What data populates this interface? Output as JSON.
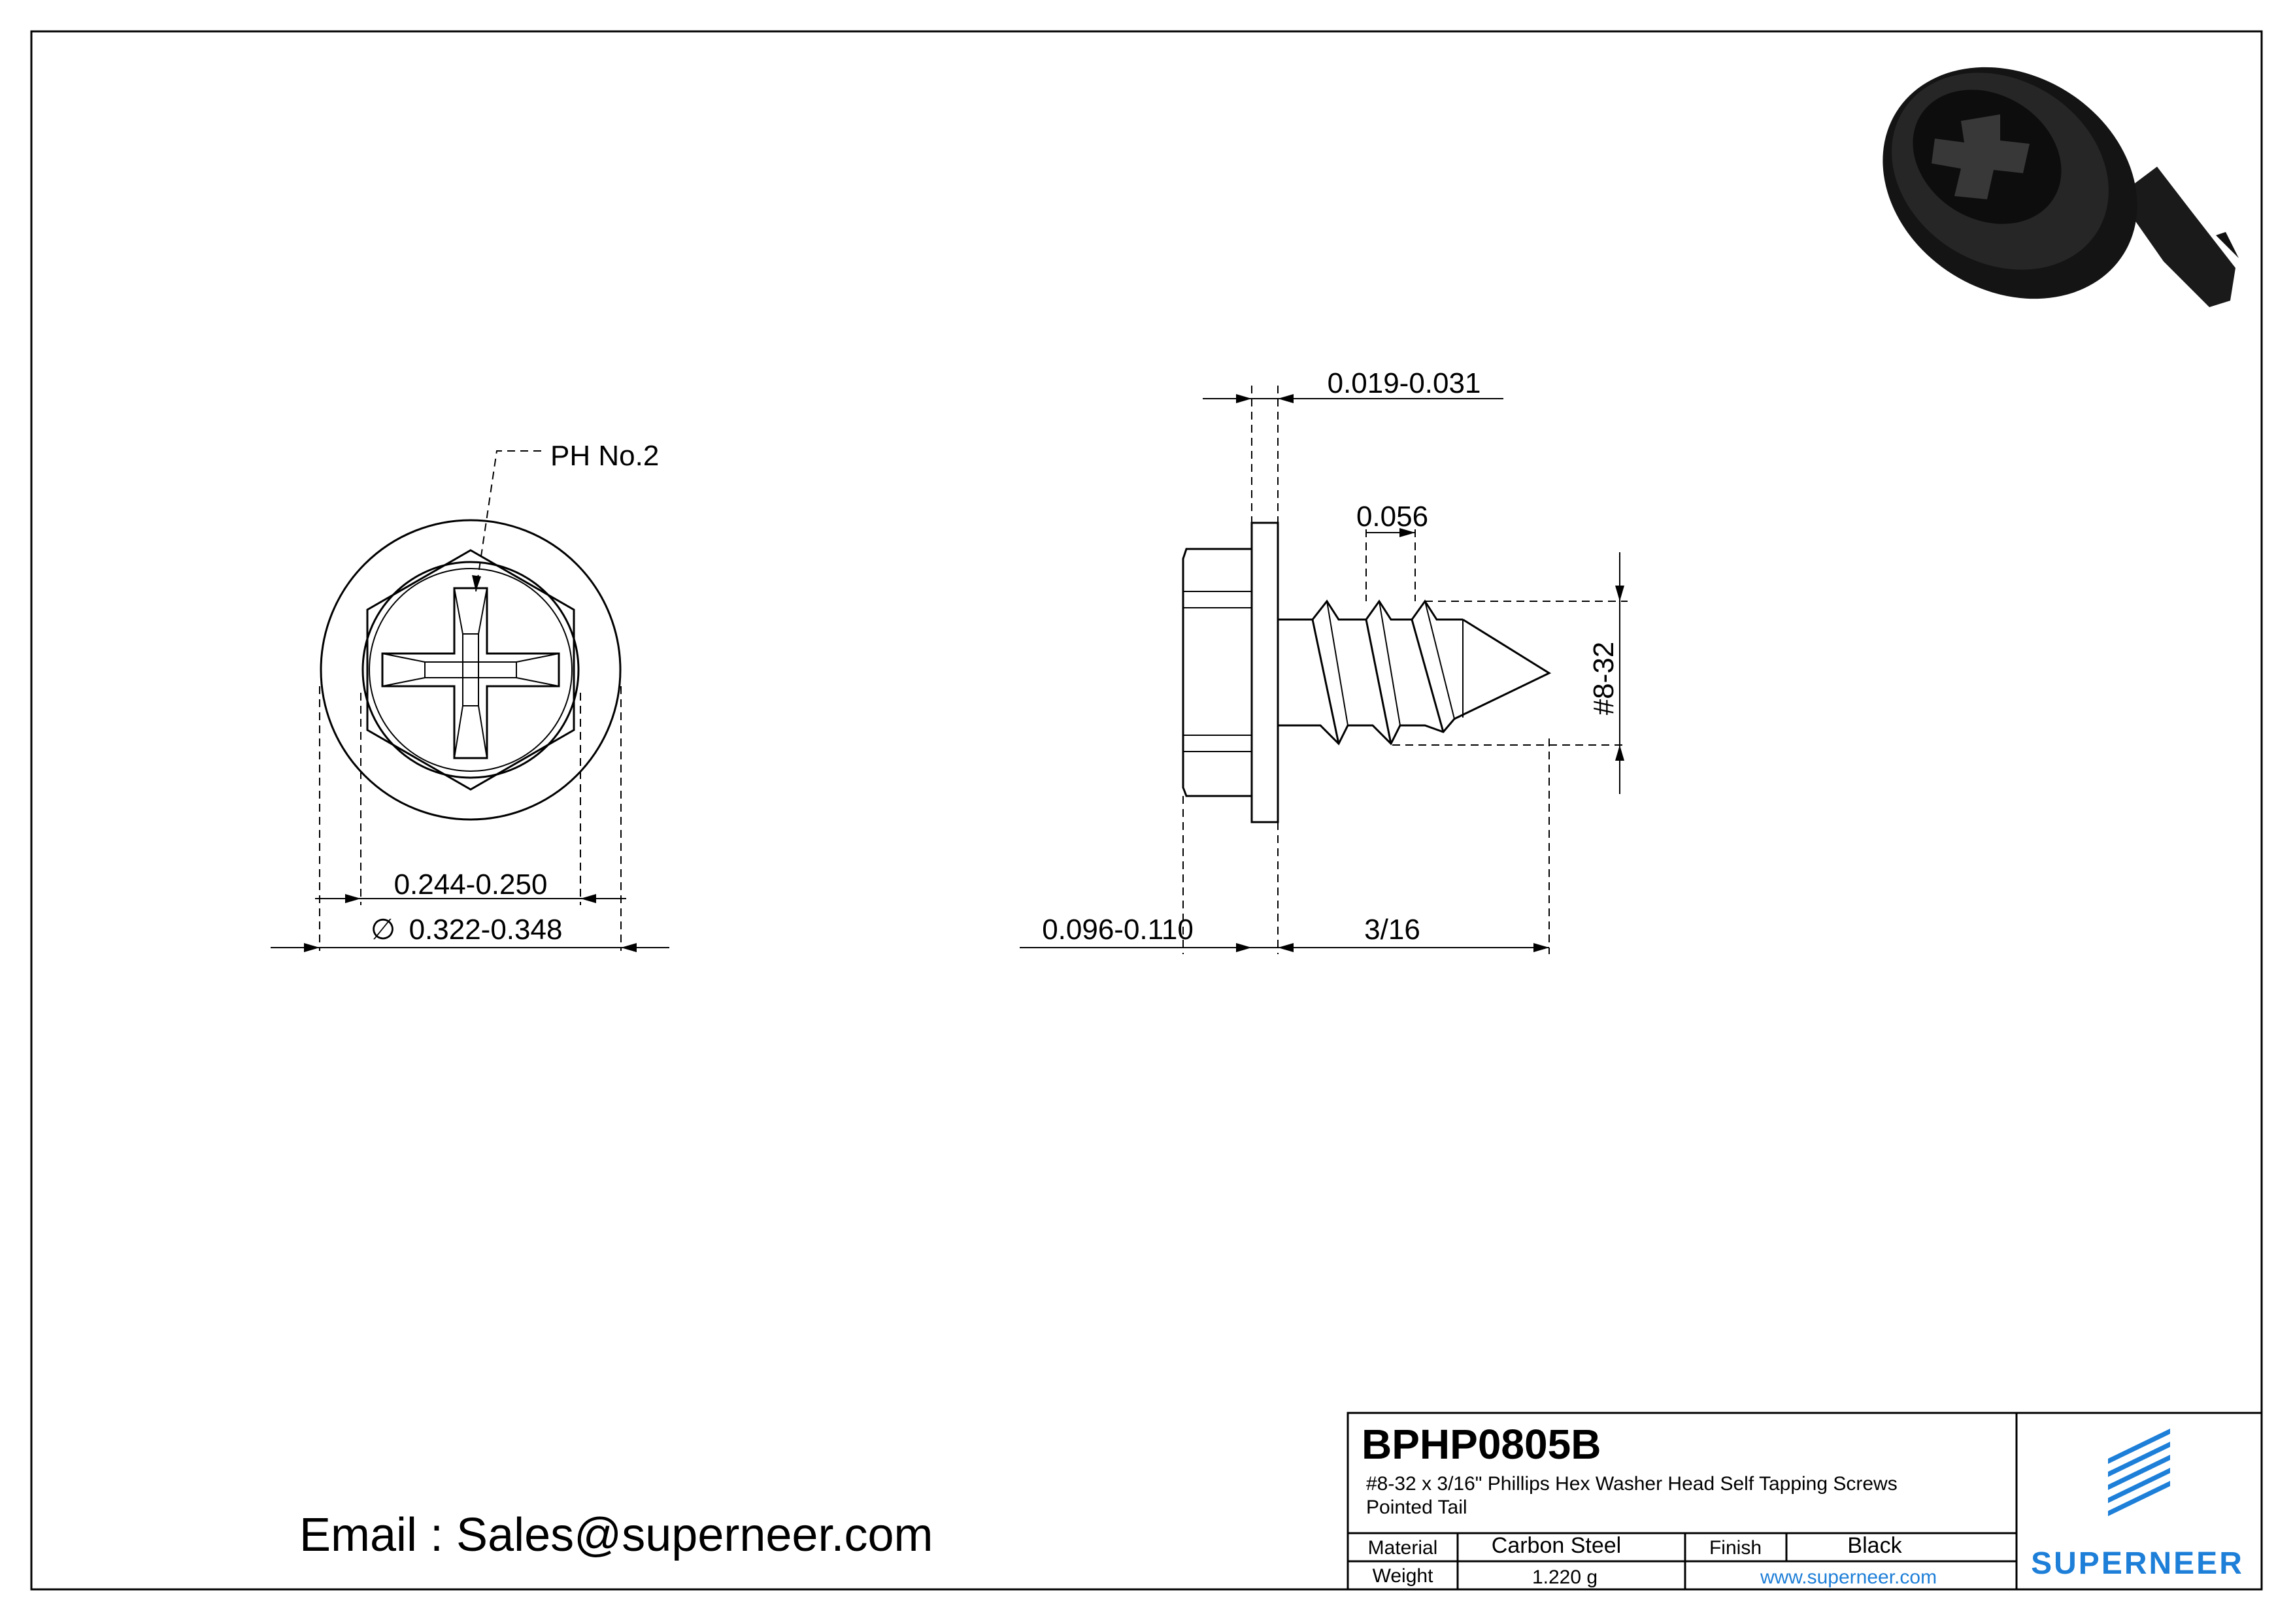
{
  "dimensions": {
    "callout_drive": "PH No.2",
    "hex_across_flats": "0.244-0.250",
    "washer_diameter": "0.322-0.348",
    "washer_thickness": "0.019-0.031",
    "thread_pitch": "0.056",
    "thread_size": "#8-32",
    "head_height": "0.096-0.110",
    "length": "3/16",
    "diameter_symbol": "∅"
  },
  "contact": {
    "email_line": "Email : Sales@superneer.com"
  },
  "title_block": {
    "part_number": "BPHP0805B",
    "description_line1": "#8-32 x 3/16\" Phillips Hex Washer Head Self Tapping Screws",
    "description_line2": "Pointed Tail",
    "material_label": "Material",
    "material_value": "Carbon Steel",
    "finish_label": "Finish",
    "finish_value": "Black",
    "weight_label": "Weight",
    "weight_value": "1.220 g",
    "website": "www.superneer.com",
    "brand": "SUPERNEER"
  },
  "colors": {
    "brand_blue": "#1e7fd8",
    "line": "#000000",
    "render_body": "#1a1a1a"
  },
  "icons": {
    "logo": "superneer-stripes-icon",
    "render": "screw-3d-render-icon"
  }
}
